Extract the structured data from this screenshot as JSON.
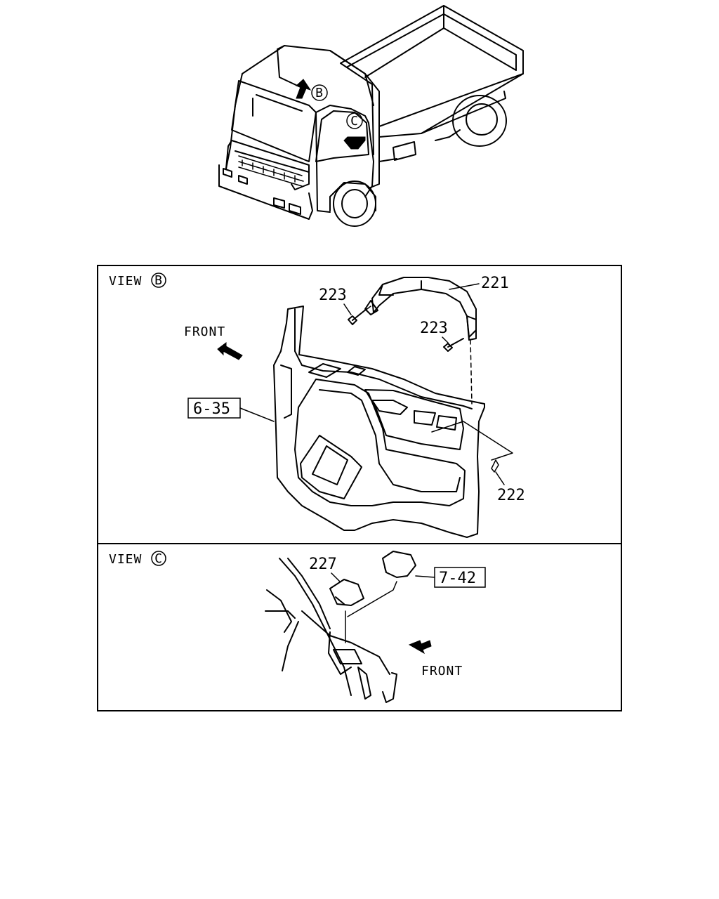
{
  "overview": {
    "marker_b": "B",
    "marker_c": "C"
  },
  "view_b": {
    "title_prefix": "VIEW",
    "title_marker": "B",
    "front_label": "FRONT",
    "callouts": {
      "p221": "221",
      "p223a": "223",
      "p223b": "223",
      "p222": "222",
      "ref_6_35": "6-35"
    }
  },
  "view_c": {
    "title_prefix": "VIEW",
    "title_marker": "C",
    "front_label": "FRONT",
    "callouts": {
      "p227": "227",
      "ref_7_42": "7-42"
    }
  }
}
